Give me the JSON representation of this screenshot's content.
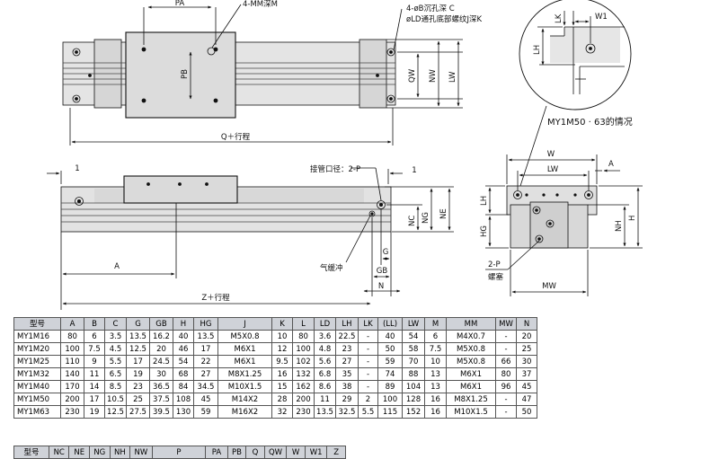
{
  "labels": {
    "pa": "PA",
    "mm_depth": "4-MM深M",
    "counterbore": "4-øB沉孔深 C",
    "ld_thread": "øLD通孔底部螺纹J深K",
    "pb": "PB",
    "qw": "QW",
    "nw": "NW",
    "lw_top": "LW",
    "q_stroke": "Q＋行程",
    "one_left": "1",
    "one_right": "1",
    "port": "接管口径：2-P",
    "nc": "NC",
    "ng": "NG",
    "ne": "NE",
    "g": "G",
    "gb": "GB",
    "n": "N",
    "a": "A",
    "cushion": "气缓冲",
    "z_stroke": "Z＋行程",
    "lk": "LK",
    "w1": "W1",
    "lh_detail": "LH",
    "case_note": "MY1M50 · 63的情况",
    "w": "W",
    "lw_end": "LW",
    "a_end": "A",
    "lh_end": "LH",
    "hg": "HG",
    "nh": "NH",
    "h": "H",
    "plug_p": "2-P",
    "plug": "螺塞",
    "mw": "MW"
  },
  "table1": {
    "headers": [
      "型号",
      "A",
      "B",
      "C",
      "G",
      "GB",
      "H",
      "HG",
      "J",
      "K",
      "L",
      "LD",
      "LH",
      "LK",
      "(LL)",
      "LW",
      "M",
      "MM",
      "MW",
      "N"
    ],
    "rows": [
      [
        "MY1M16",
        "80",
        "6",
        "3.5",
        "13.5",
        "16.2",
        "40",
        "13.5",
        "M5X0.8",
        "10",
        "80",
        "3.6",
        "22.5",
        "-",
        "40",
        "54",
        "6",
        "M4X0.7",
        "-",
        "20"
      ],
      [
        "MY1M20",
        "100",
        "7.5",
        "4.5",
        "12.5",
        "20",
        "46",
        "17",
        "M6X1",
        "12",
        "100",
        "4.8",
        "23",
        "-",
        "50",
        "58",
        "7.5",
        "M5X0.8",
        "-",
        "25"
      ],
      [
        "MY1M25",
        "110",
        "9",
        "5.5",
        "17",
        "24.5",
        "54",
        "22",
        "M6X1",
        "9.5",
        "102",
        "5.6",
        "27",
        "-",
        "59",
        "70",
        "10",
        "M5X0.8",
        "66",
        "30"
      ],
      [
        "MY1M32",
        "140",
        "11",
        "6.5",
        "19",
        "30",
        "68",
        "27",
        "M8X1.25",
        "16",
        "132",
        "6.8",
        "35",
        "-",
        "74",
        "88",
        "13",
        "M6X1",
        "80",
        "37"
      ],
      [
        "MY1M40",
        "170",
        "14",
        "8.5",
        "23",
        "36.5",
        "84",
        "34.5",
        "M10X1.5",
        "15",
        "162",
        "8.6",
        "38",
        "-",
        "89",
        "104",
        "13",
        "M6X1",
        "96",
        "45"
      ],
      [
        "MY1M50",
        "200",
        "17",
        "10.5",
        "25",
        "37.5",
        "108",
        "45",
        "M14X2",
        "28",
        "200",
        "11",
        "29",
        "2",
        "100",
        "128",
        "16",
        "M8X1.25",
        "-",
        "47"
      ],
      [
        "MY1M63",
        "230",
        "19",
        "12.5",
        "27.5",
        "39.5",
        "130",
        "59",
        "M16X2",
        "32",
        "230",
        "13.5",
        "32.5",
        "5.5",
        "115",
        "152",
        "16",
        "M10X1.5",
        "-",
        "50"
      ]
    ]
  },
  "table2": {
    "headers": [
      "型号",
      "NC",
      "NE",
      "NG",
      "NH",
      "NW",
      "P",
      "PA",
      "PB",
      "Q",
      "QW",
      "W",
      "W1",
      "Z"
    ]
  }
}
